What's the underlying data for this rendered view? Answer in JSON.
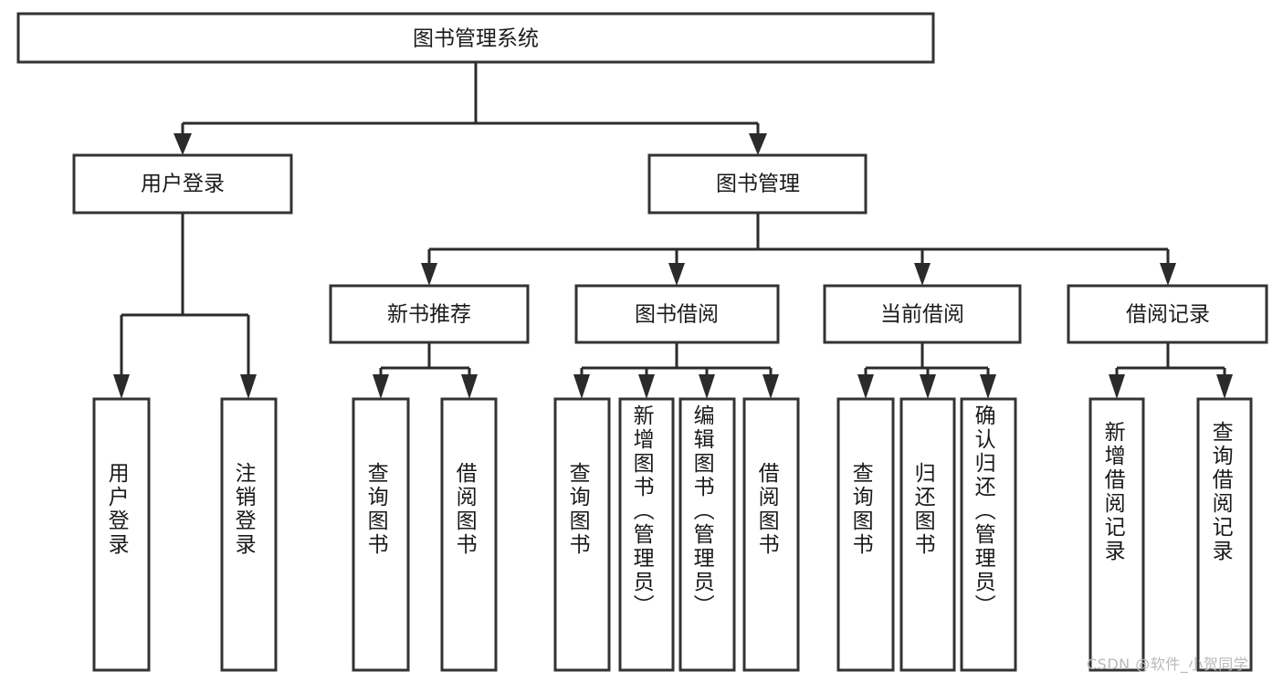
{
  "diagram": {
    "type": "tree-hierarchy",
    "title": "图书管理系统",
    "orientation": "top-down",
    "colors": {
      "box_stroke": "#333333",
      "box_fill": "#ffffff",
      "connector": "#2b2b2b",
      "text": "#1a1a1a",
      "watermark": "#b9b9b9",
      "background": "#ffffff"
    },
    "root": {
      "label": "图书管理系统"
    },
    "level2": [
      {
        "id": "user-login",
        "label": "用户登录"
      },
      {
        "id": "book-management",
        "label": "图书管理"
      }
    ],
    "level3": [
      {
        "id": "new-book-recommend",
        "label": "新书推荐",
        "parent": "book-management"
      },
      {
        "id": "book-borrow",
        "label": "图书借阅",
        "parent": "book-management"
      },
      {
        "id": "current-borrow",
        "label": "当前借阅",
        "parent": "book-management"
      },
      {
        "id": "borrow-record",
        "label": "借阅记录",
        "parent": "book-management"
      }
    ],
    "leaves": [
      {
        "id": "leaf-user-login",
        "label": "用户登录",
        "parent": "user-login"
      },
      {
        "id": "leaf-logout-login",
        "label": "注销登录",
        "parent": "user-login"
      },
      {
        "id": "leaf-query-book-1",
        "label": "查询图书",
        "parent": "new-book-recommend"
      },
      {
        "id": "leaf-borrow-book-1",
        "label": "借阅图书",
        "parent": "new-book-recommend"
      },
      {
        "id": "leaf-query-book-2",
        "label": "查询图书",
        "parent": "book-borrow"
      },
      {
        "id": "leaf-add-book",
        "label": "新增图书（管理员）",
        "parent": "book-borrow"
      },
      {
        "id": "leaf-edit-book",
        "label": "编辑图书（管理员）",
        "parent": "book-borrow"
      },
      {
        "id": "leaf-borrow-book-2",
        "label": "借阅图书",
        "parent": "book-borrow"
      },
      {
        "id": "leaf-query-book-3",
        "label": "查询图书",
        "parent": "current-borrow"
      },
      {
        "id": "leaf-return-book",
        "label": "归还图书",
        "parent": "current-borrow"
      },
      {
        "id": "leaf-confirm-return",
        "label": "确认归还（管理员）",
        "parent": "current-borrow"
      },
      {
        "id": "leaf-add-borrow-record",
        "label": "新增借阅记录",
        "parent": "borrow-record"
      },
      {
        "id": "leaf-query-borrow-record",
        "label": "查询借阅记录",
        "parent": "borrow-record"
      }
    ]
  },
  "watermark": {
    "text": "CSDN @软件_小贺同学"
  }
}
